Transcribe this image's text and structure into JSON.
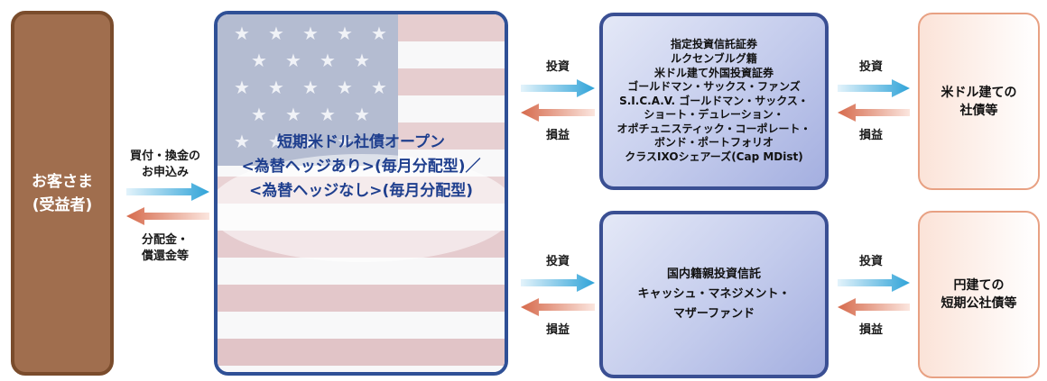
{
  "customer": {
    "line1": "お客さま",
    "line2": "(受益者)"
  },
  "flow_customer_fund": {
    "top_line1": "買付・換金の",
    "top_line2": "お申込み",
    "bottom_line1": "分配金・",
    "bottom_line2": "償還金等"
  },
  "fund": {
    "line1": "短期米ドル社債オープン",
    "line2": "<為替ヘッジあり>(毎月分配型)／",
    "line3": "<為替ヘッジなし>(毎月分配型)"
  },
  "flow_labels": {
    "invest": "投資",
    "pnl": "損益"
  },
  "investee_top": {
    "lines": [
      "指定投資信託証券",
      "ルクセンブルグ籍",
      "米ドル建て外国投資証券",
      "ゴールドマン・サックス・ファンズ",
      "S.I.C.A.V. ゴールドマン・サックス・",
      "ショート・デュレーション・",
      "オポチュニスティック・コーポレート・",
      "ボンド・ポートフォリオ",
      "クラスIXOシェアーズ(Cap MDist)"
    ]
  },
  "investee_bottom": {
    "lines": [
      "国内籍親投資信託",
      "キャッシュ・マネジメント・",
      "マザーファンド"
    ]
  },
  "bonds_top": {
    "line1": "米ドル建ての",
    "line2": "社債等"
  },
  "bonds_bottom": {
    "line1": "円建ての",
    "line2": "短期公社債等"
  },
  "colors": {
    "invest_arrow": "#3aa8dc",
    "pnl_arrow": "#d9765a",
    "fund_border": "#2f5096",
    "customer_fill": "#a06e4e"
  }
}
